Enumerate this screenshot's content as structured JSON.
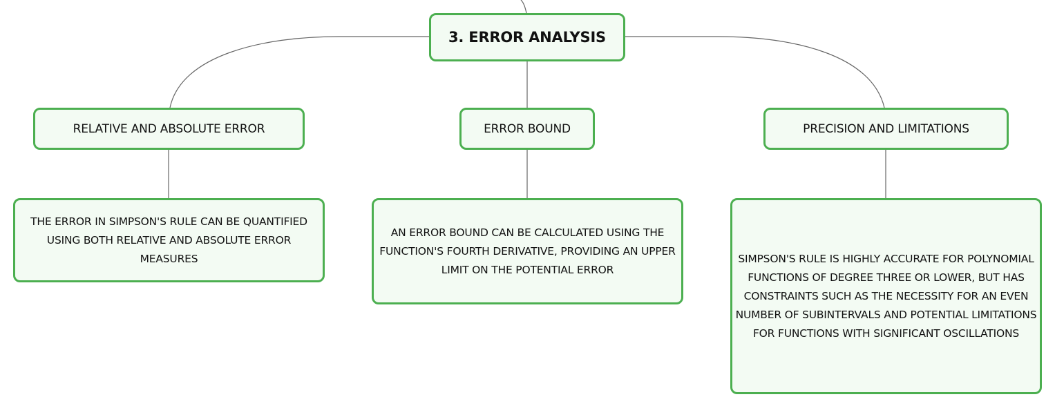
{
  "diagram": {
    "root": {
      "label": "3. ERROR ANALYSIS"
    },
    "branches": [
      {
        "label": "RELATIVE AND ABSOLUTE ERROR",
        "detail": "THE ERROR IN SIMPSON'S RULE CAN BE QUANTIFIED USING BOTH RELATIVE AND ABSOLUTE ERROR MEASURES"
      },
      {
        "label": "ERROR BOUND",
        "detail": "AN ERROR BOUND CAN BE CALCULATED USING THE FUNCTION'S FOURTH DERIVATIVE, PROVIDING AN UPPER LIMIT ON THE POTENTIAL ERROR"
      },
      {
        "label": "PRECISION AND LIMITATIONS",
        "detail": "SIMPSON'S RULE IS HIGHLY ACCURATE FOR POLYNOMIAL FUNCTIONS OF DEGREE THREE OR LOWER, BUT HAS CONSTRAINTS SUCH AS THE NECESSITY FOR AN EVEN NUMBER OF SUBINTERVALS AND POTENTIAL LIMITATIONS FOR FUNCTIONS WITH SIGNIFICANT OSCILLATIONS"
      }
    ],
    "colors": {
      "node_border": "#4caf50",
      "node_fill": "#f3fbf3",
      "connector": "#666666",
      "text": "#111111"
    }
  }
}
